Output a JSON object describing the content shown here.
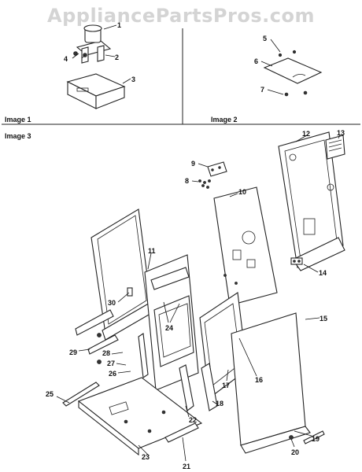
{
  "watermark": "AppliancePartsPros.com",
  "captions": {
    "image1": "Image 1",
    "image2": "Image 2",
    "image3": "Image 3"
  },
  "callouts": [
    "1",
    "2",
    "3",
    "4",
    "5",
    "6",
    "7",
    "8",
    "9",
    "10",
    "11",
    "12",
    "13",
    "14",
    "15",
    "16",
    "17",
    "18",
    "19",
    "20",
    "21",
    "22",
    "23",
    "24",
    "25",
    "26",
    "27",
    "28",
    "29",
    "30"
  ]
}
